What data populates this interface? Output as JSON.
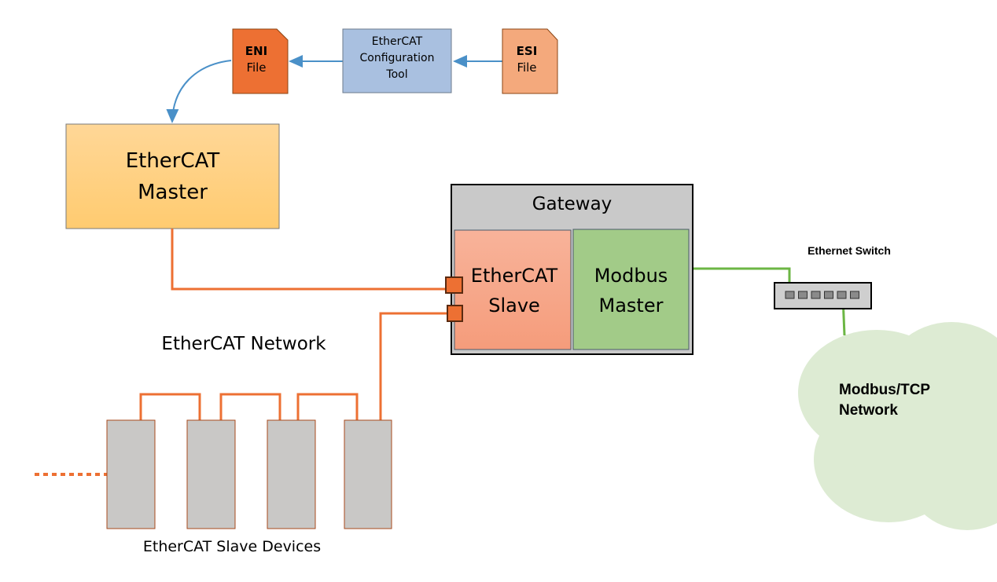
{
  "diagram": {
    "config_chain": {
      "eni_file": {
        "title": "ENI",
        "subtitle": "File",
        "color": "#ED7033"
      },
      "config_tool": {
        "line1": "EtherCAT",
        "line2": "Configuration",
        "line3": "Tool",
        "color": "#A9C0E0"
      },
      "esi_file": {
        "title": "ESI",
        "subtitle": "File",
        "color": "#F4A97C"
      }
    },
    "master": {
      "line1": "EtherCAT",
      "line2": "Master",
      "color_top": "#FFD797",
      "color_bottom": "#FFCB70"
    },
    "gateway": {
      "title": "Gateway",
      "slave": {
        "line1": "EtherCAT",
        "line2": "Slave",
        "color": "#F7A88B"
      },
      "modbus": {
        "line1": "Modbus",
        "line2": "Master",
        "color": "#A2CB88"
      }
    },
    "switch": {
      "label": "Ethernet Switch",
      "port_count": 6
    },
    "cloud": {
      "line1": "Modbus/TCP",
      "line2": "Network",
      "color": "#DDEBD3"
    },
    "network_label": "EtherCAT Network",
    "slave_devices": {
      "label": "EtherCAT Slave Devices",
      "count": 4
    },
    "colors": {
      "ethercat_line": "#ED7033",
      "modbus_line": "#6CB644",
      "arrow": "#4A90C8"
    }
  }
}
